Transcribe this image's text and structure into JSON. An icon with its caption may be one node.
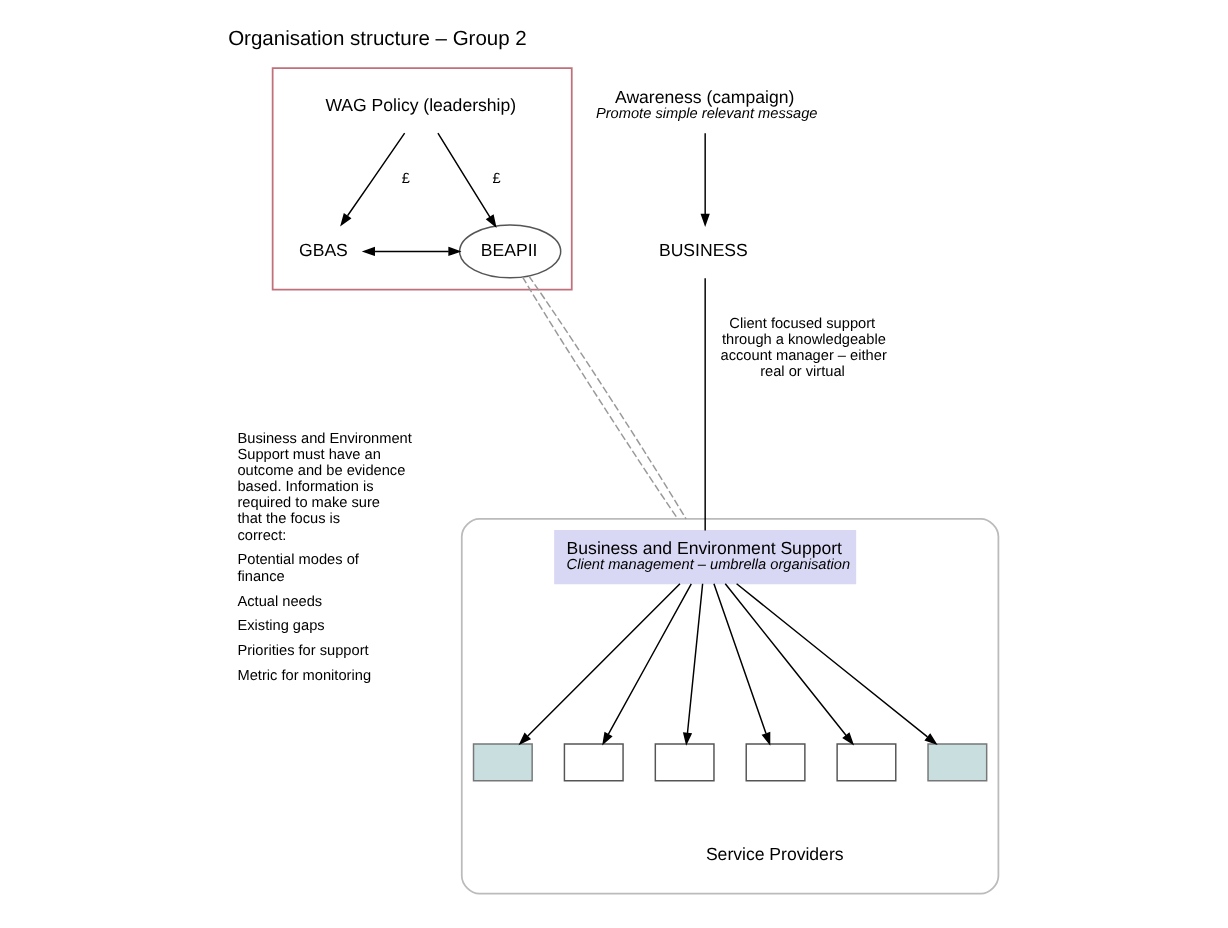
{
  "diagram": {
    "title": "Organisation structure – Group 2",
    "nodes": [
      {
        "text": [],
        "shape": "box"
      },
      {
        "text": [
          "WAG Policy (leadership)"
        ],
        "in": 0
      },
      {
        "text": [
          "GBAS"
        ],
        "in": 0
      },
      {
        "text": [
          "BEAPII"
        ],
        "in": 0
      },
      {
        "text": [
          "Awareness (campaign)",
          "Promote simple relevant message"
        ]
      },
      {
        "text": [
          "BUSINESS"
        ]
      },
      {
        "text": [],
        "shape": "ellipse"
      },
      {
        "text": [
          "Business and Environment Support",
          "Client management – umbrella organisation"
        ],
        "in": 6
      },
      {
        "text": [
          "Service Providers"
        ],
        "in": 6
      },
      {
        "text": [],
        "shape": "box",
        "in": 6
      },
      {
        "text": [],
        "shape": "box",
        "in": 6
      },
      {
        "text": [],
        "shape": "box",
        "in": 6
      },
      {
        "text": [],
        "shape": "box",
        "in": 6
      },
      {
        "text": [],
        "shape": "box",
        "in": 6
      },
      {
        "text": [],
        "shape": "box",
        "in": 6
      }
    ],
    "edges": [
      {
        "from": 1,
        "to": 2,
        "arrow": "to",
        "label": "£"
      },
      {
        "from": 1,
        "to": 3,
        "arrow": "to",
        "label": "£"
      },
      {
        "from": 2,
        "to": 3,
        "arrow": "both"
      },
      {
        "from": 4,
        "to": 5,
        "arrow": "to"
      },
      {
        "from": 5,
        "to": 7,
        "arrow": "none",
        "label": "Client focused support through a knowledgeable account manager – either real or virtual"
      },
      {
        "from": 3,
        "to": 6,
        "arrow": "none",
        "style": "dashed",
        "color": "#999999"
      },
      {
        "from": 3,
        "to": 6,
        "arrow": "none",
        "style": "dashed",
        "color": "#999999"
      },
      {
        "from": 7,
        "to": 9,
        "arrow": "to"
      },
      {
        "from": 7,
        "to": 10,
        "arrow": "to"
      },
      {
        "from": 7,
        "to": 11,
        "arrow": "to"
      },
      {
        "from": 7,
        "to": 12,
        "arrow": "to"
      },
      {
        "from": 7,
        "to": 13,
        "arrow": "to"
      },
      {
        "from": 7,
        "to": 14,
        "arrow": "to"
      }
    ],
    "labels": [
      "Business and Environment Support must have an outcome and be evidence based. Information is required to make sure that the focus is correct:",
      "Potential modes of finance",
      "Actual needs",
      "Existing gaps",
      "Priorities for support",
      "Metric for monitoring"
    ]
  }
}
